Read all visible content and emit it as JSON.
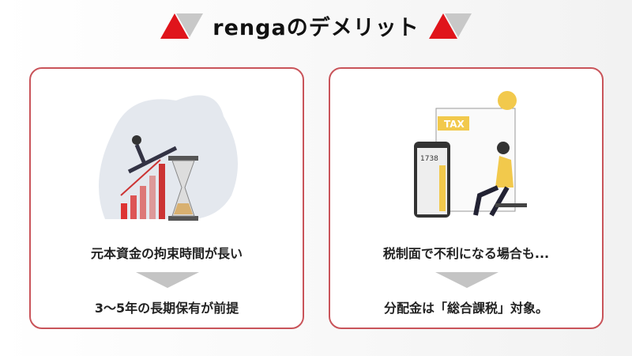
{
  "header": {
    "title": "rengaのデメリット"
  },
  "cards": [
    {
      "headline": "元本資金の拘束時間が長い",
      "detail": "3〜5年の長期保有が前提"
    },
    {
      "headline": "税制面で不利になる場合も...",
      "detail": "分配金は「総合課税」対象。",
      "illustration_label": "TAX",
      "calculator_display": "1738"
    }
  ],
  "colors": {
    "accent": "#e0141b",
    "border": "#c9545a",
    "arrow": "#c4c4c4"
  }
}
